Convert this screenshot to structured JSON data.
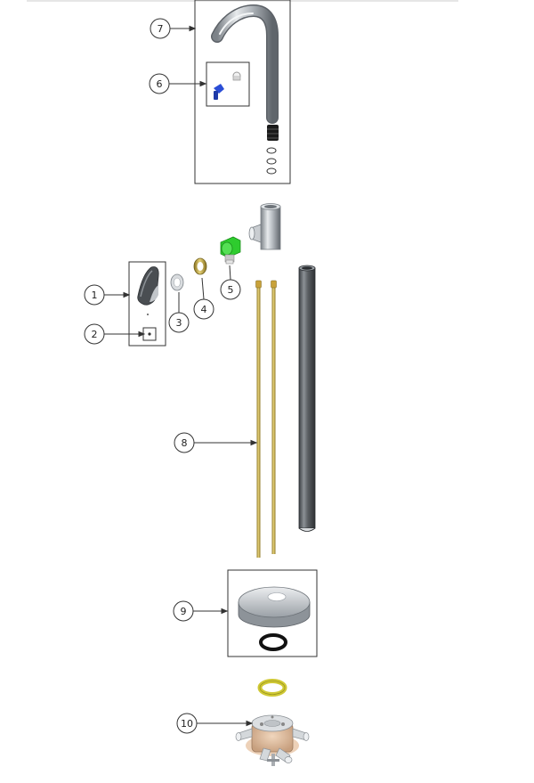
{
  "diagram": {
    "callouts": [
      {
        "id": "7",
        "label": "7"
      },
      {
        "id": "6",
        "label": "6"
      },
      {
        "id": "1",
        "label": "1"
      },
      {
        "id": "2",
        "label": "2"
      },
      {
        "id": "3",
        "label": "3"
      },
      {
        "id": "4",
        "label": "4"
      },
      {
        "id": "5",
        "label": "5"
      },
      {
        "id": "8",
        "label": "8"
      },
      {
        "id": "9",
        "label": "9"
      },
      {
        "id": "10",
        "label": "10"
      }
    ],
    "colors": {
      "chrome": "#b9bdc2",
      "chrome_dark": "#6f757c",
      "dark_pipe": "#55595d",
      "brass": "#c9b24b",
      "green": "#2ecc2e",
      "blue": "#2b4ed6",
      "yellow": "#d8d43a",
      "black": "#111111",
      "body_tan": "#d9b89a"
    }
  }
}
